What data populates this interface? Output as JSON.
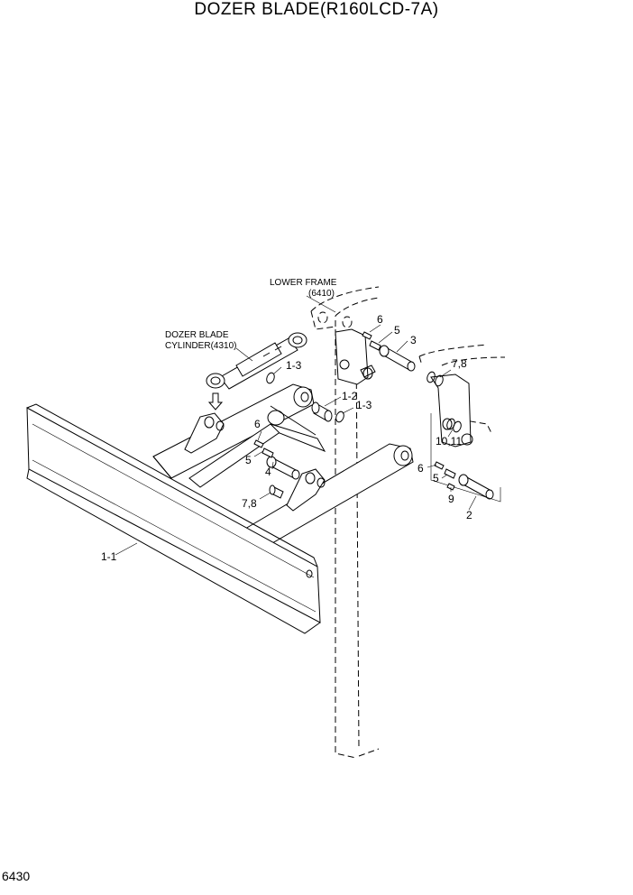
{
  "title": "DOZER BLADE(R160LCD-7A)",
  "page_number": "6430",
  "references": {
    "lower_frame_name": "LOWER FRAME",
    "lower_frame_ref": "(6410)",
    "cylinder_name": "DOZER BLADE",
    "cylinder_ref": "CYLINDER(4310)"
  },
  "part_callouts": {
    "blade": "1-1",
    "bushing": "1-2",
    "oring_a": "1-3",
    "oring_b": "1-3",
    "pin_upper": "3",
    "pin_lower_right": "2",
    "pin_center": "4",
    "lockplate_upper": "5",
    "bolt_upper": "6",
    "lockplate_center": "5",
    "bolt_center": "6",
    "lockplate_right": "5",
    "bolt_right": "6",
    "shim_right": "7,8",
    "shim_center": "7,8",
    "washer_right": "9",
    "seal_right": "10,11"
  }
}
